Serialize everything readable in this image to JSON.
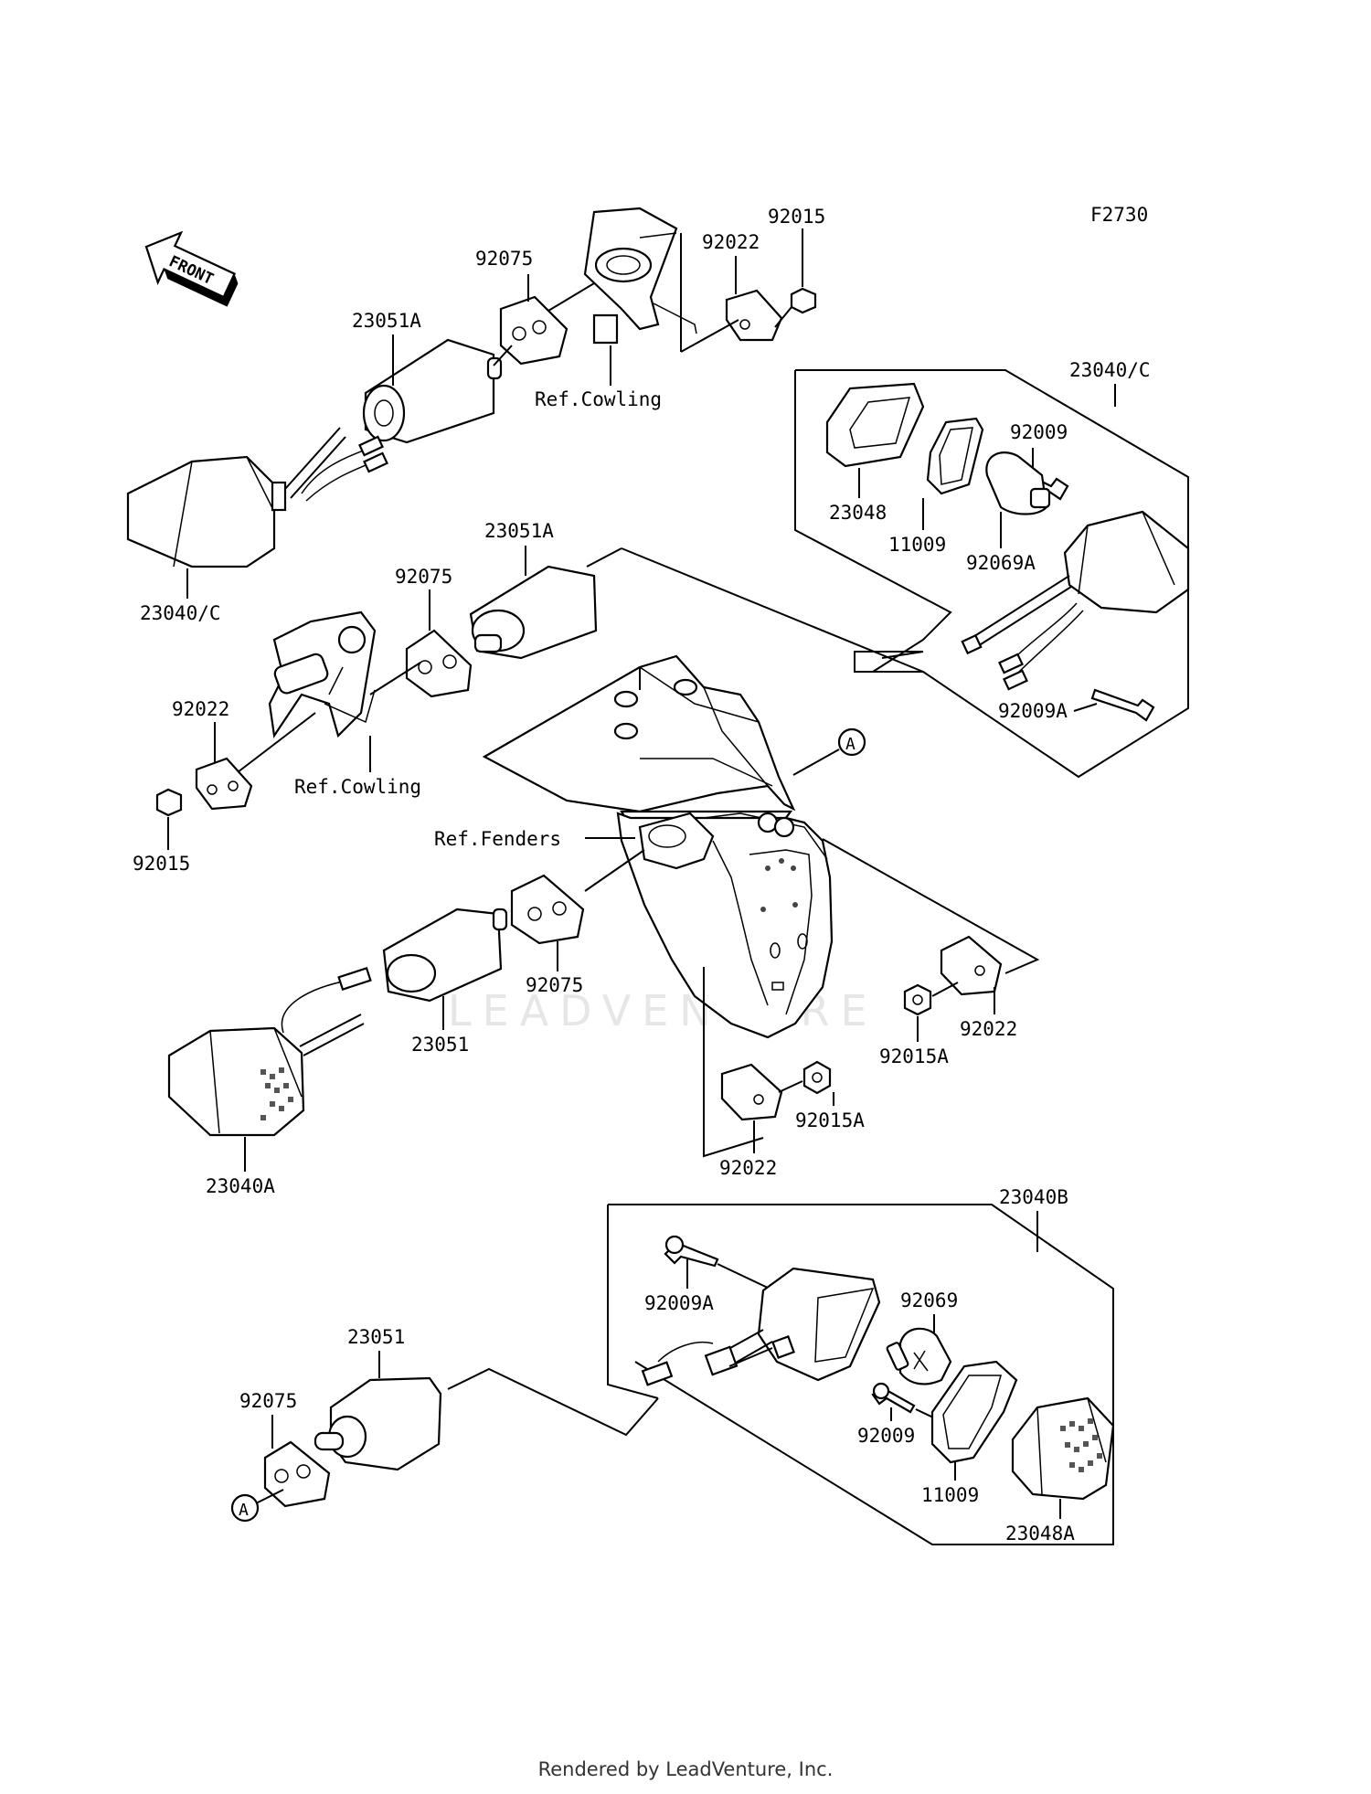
{
  "figure_code": "F2730",
  "front_arrow_text": "FRONT",
  "watermark": "LEADVENTURE",
  "footer": "Rendered by LeadVenture, Inc.",
  "ref_marker": "A",
  "labels": {
    "p92015_top": "92015",
    "p92022_top": "92022",
    "p92075_top": "92075",
    "p23051A_top": "23051A",
    "ref_cowling_top": "Ref.Cowling",
    "p23040C_left": "23040/C",
    "p23040C_box": "23040/C",
    "p92009_box1": "92009",
    "p23048": "23048",
    "p11009_box1": "11009",
    "p92069A": "92069A",
    "p92009A_box1": "92009A",
    "p23051A_mid": "23051A",
    "p92075_mid": "92075",
    "p92022_left": "92022",
    "ref_cowling_mid": "Ref.Cowling",
    "p92015_left": "92015",
    "ref_fenders": "Ref.Fenders",
    "p92075_low": "92075",
    "p23051_low": "23051",
    "p23040A": "23040A",
    "p92022_right": "92022",
    "p92015A_right": "92015A",
    "p92015A_low": "92015A",
    "p92022_low": "92022",
    "p23040B": "23040B",
    "p92009A_box2": "92009A",
    "p92069": "92069",
    "p92009_box2": "92009",
    "p11009_box2": "11009",
    "p23048A": "23048A",
    "p23051_bottom": "23051",
    "p92075_bottom": "92075"
  }
}
